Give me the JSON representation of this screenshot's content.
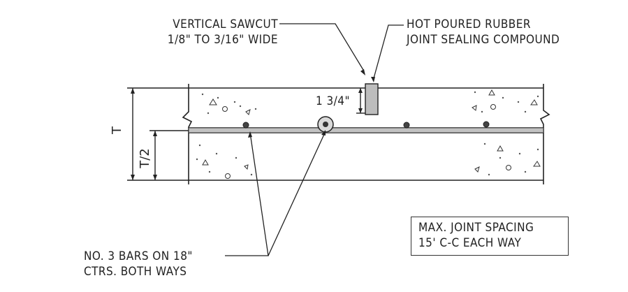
{
  "labels": {
    "sawcut_line1": "VERTICAL SAWCUT",
    "sawcut_line2": "1/8\" TO 3/16\" WIDE",
    "sealant_line1": "HOT POURED RUBBER",
    "sealant_line2": "JOINT SEALING COMPOUND",
    "depth": "1 3/4\"",
    "thickness": "T",
    "half_thickness": "T/2",
    "bars_line1": "NO. 3 BARS ON 18\"",
    "bars_line2": "CTRS. BOTH WAYS",
    "spacing_line1": "MAX. JOINT SPACING",
    "spacing_line2": "15' C-C EACH WAY"
  }
}
